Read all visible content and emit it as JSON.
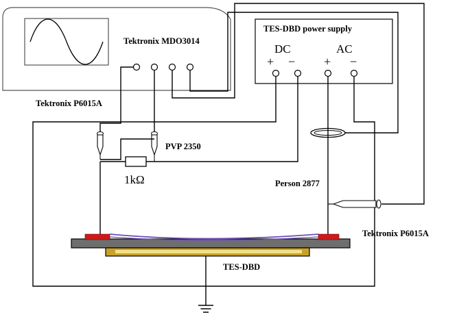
{
  "oscilloscope": {
    "label": "Tektronix MDO3014"
  },
  "power_supply": {
    "label": "TES-DBD  power supply",
    "dc_label": "DC",
    "ac_label": "AC",
    "plus_sign": "+",
    "minus_sign": "−"
  },
  "probes": {
    "left_probe_label": "Tektronix P6015A",
    "right_probe_label": "Tektronix P6015A",
    "pvp_label": "PVP 2350",
    "current_probe_label": "Person 2877"
  },
  "resistor": {
    "label": "1kΩ"
  },
  "device": {
    "label": "TES-DBD"
  },
  "colors": {
    "line": "#000000",
    "electrode_red": "#cc1a1a",
    "plate_grey": "#6e6e6e",
    "dielectric_gold": "#c9a227",
    "dielectric_inner": "#f2e08a",
    "film_purple": "#6a4fb5"
  },
  "icons": {
    "scope_screen": "sine-wave-icon",
    "ground": "ground-icon"
  }
}
